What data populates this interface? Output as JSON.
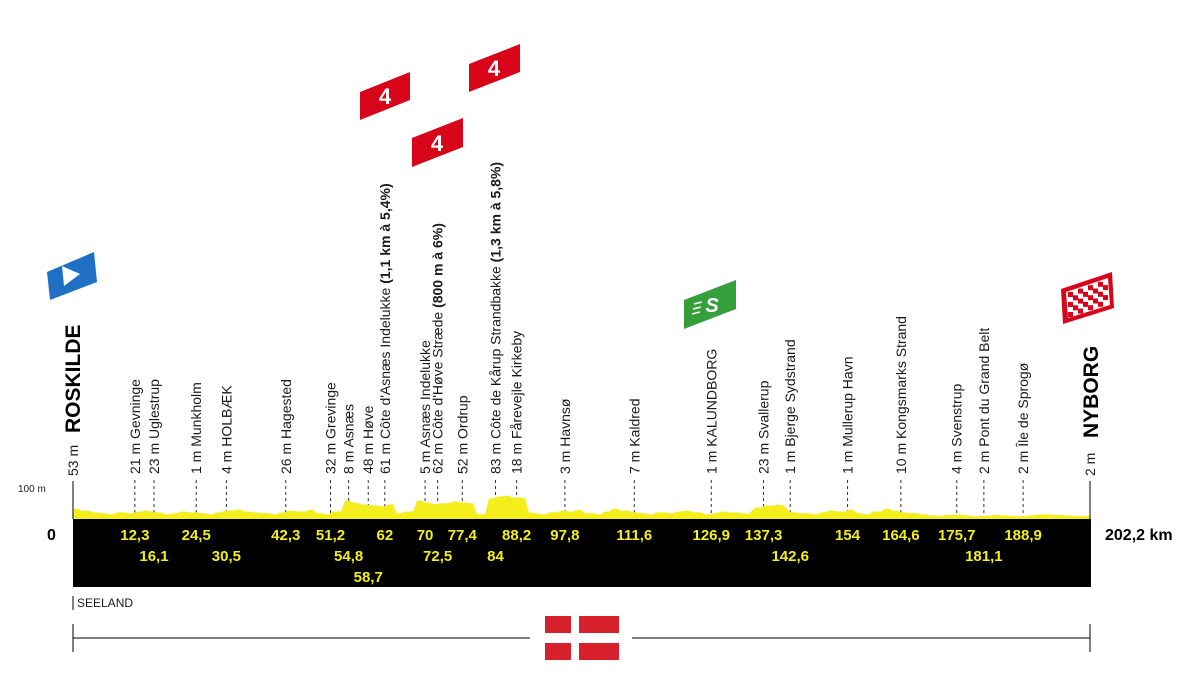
{
  "profile": {
    "start_km": "0",
    "end_km": "202,2 km",
    "altitude_scale": "100 m",
    "region": "SEELAND",
    "start_city": {
      "name": "ROSKILDE",
      "altitude": "53 m"
    },
    "finish_city": {
      "name": "NYBORG",
      "altitude": "2 m"
    },
    "colors": {
      "profile_fill": "#f4ee1c",
      "base": "#000000",
      "climb_badge": "#d8051a",
      "sprint_badge": "#35a03b",
      "start_badge": "#1f6fc4",
      "flag_red": "#d8202c"
    }
  },
  "checkpoints": [
    {
      "km": "12,3",
      "text": "21 m Gevninge",
      "bold": ""
    },
    {
      "km": "16,1",
      "text": "23 m Uglestrup",
      "bold": ""
    },
    {
      "km": "24,5",
      "text": "1 m Munkholm",
      "bold": ""
    },
    {
      "km": "30,5",
      "text": "4 m HOLBÆK",
      "bold": ""
    },
    {
      "km": "42,3",
      "text": "26 m Hagested",
      "bold": ""
    },
    {
      "km": "51,2",
      "text": "32 m Grevinge",
      "bold": ""
    },
    {
      "km": "54,8",
      "text": "8 m Asnæs",
      "bold": ""
    },
    {
      "km": "58,7",
      "text": "48 m Høve",
      "bold": ""
    },
    {
      "km": "62",
      "text": "61 m Côte d'Asnæs Indelukke ",
      "bold": "(1,1 km à 5,4%)"
    },
    {
      "km": "70",
      "text": "5 m Asnæs Indelukke",
      "bold": ""
    },
    {
      "km": "72,5",
      "text": "62 m Côte d'Høve Stræde ",
      "bold": "(800 m à 6%)"
    },
    {
      "km": "77,4",
      "text": "52 m Ordrup",
      "bold": ""
    },
    {
      "km": "84",
      "text": "83 m Côte de Kårup Strandbakke ",
      "bold": "(1,3 km à 5,8%)"
    },
    {
      "km": "88,2",
      "text": "18 m Fårevejle Kirkeby",
      "bold": ""
    },
    {
      "km": "97,8",
      "text": "3 m Havnsø",
      "bold": ""
    },
    {
      "km": "111,6",
      "text": "7 m Kaldred",
      "bold": ""
    },
    {
      "km": "126,9",
      "text": "1 m KALUNDBORG",
      "bold": ""
    },
    {
      "km": "137,3",
      "text": "23 m Svallerup",
      "bold": ""
    },
    {
      "km": "142,6",
      "text": "1 m Bjerge Sydstrand",
      "bold": ""
    },
    {
      "km": "154",
      "text": "1 m Mullerup Havn",
      "bold": ""
    },
    {
      "km": "164,6",
      "text": "10 m Kongsmarks Strand",
      "bold": ""
    },
    {
      "km": "175,7",
      "text": "4 m Svenstrup",
      "bold": ""
    },
    {
      "km": "181,1",
      "text": "2 m Pont du Grand Belt",
      "bold": ""
    },
    {
      "km": "188,9",
      "text": "2 m Île de Sprogø",
      "bold": ""
    }
  ],
  "climb_badges": [
    {
      "category": "4",
      "at_km": "62"
    },
    {
      "category": "4",
      "at_km": "72,5"
    },
    {
      "category": "4",
      "at_km": "84"
    }
  ],
  "sprint_badge": {
    "label": "S",
    "at_km": "126,9"
  },
  "icons": {
    "start": "start-flag-icon",
    "finish": "checkered-flag-icon",
    "sprint": "sprint-icon",
    "climb": "climb-category-icon",
    "country": "denmark-flag-icon"
  }
}
